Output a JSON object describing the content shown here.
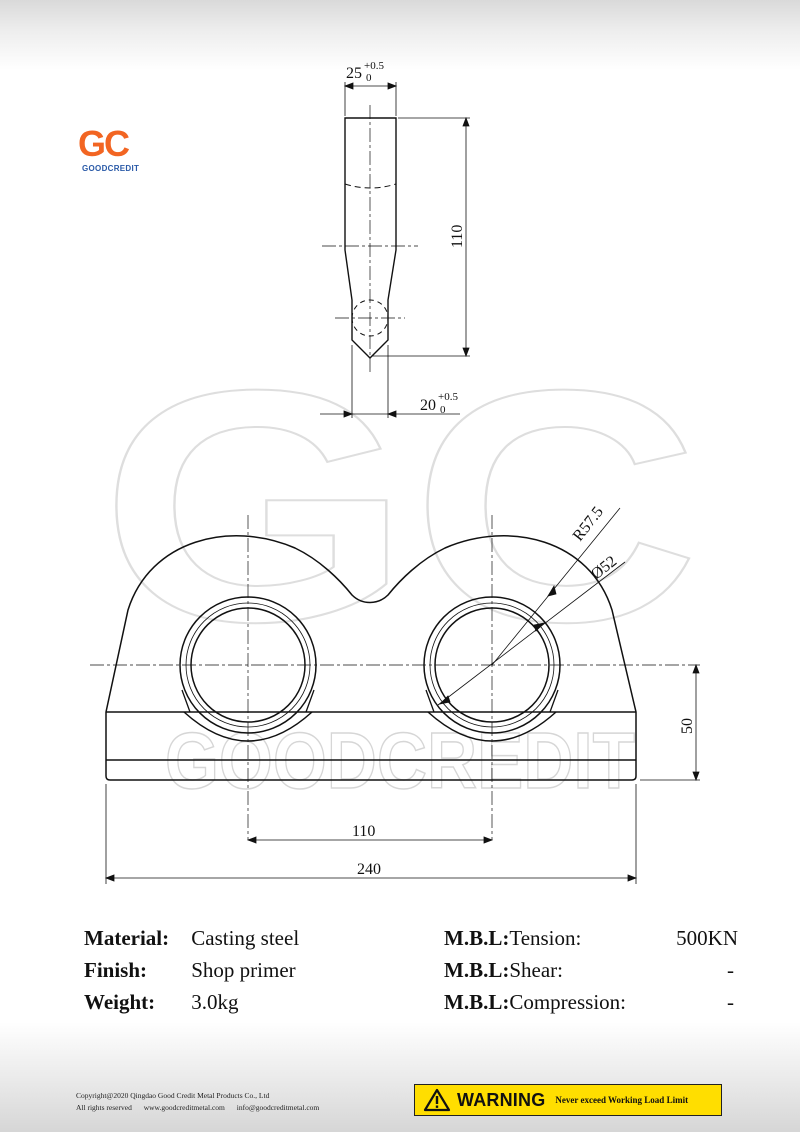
{
  "logo": {
    "mark": "GC",
    "name": "GOODCREDIT",
    "mark_color": "#f26522",
    "name_color": "#2a5aa8"
  },
  "watermark": {
    "mark": "GC",
    "text": "GOODCREDIT"
  },
  "drawing": {
    "dimensions": {
      "top_width": "25",
      "top_width_tol_upper": "+0.5",
      "top_width_tol_lower": "0",
      "height": "110",
      "bottom_width": "20",
      "bottom_width_tol_upper": "+0.5",
      "bottom_width_tol_lower": "0",
      "outer_radius": "R57.5",
      "hole_diameter": "Ø52",
      "base_height": "50",
      "hole_spacing": "110",
      "overall_length": "240"
    }
  },
  "specs": {
    "material_label": "Material:",
    "material_value": "Casting steel",
    "finish_label": "Finish:",
    "finish_value": "Shop primer",
    "weight_label": "Weight:",
    "weight_value": "3.0kg",
    "mbl": [
      {
        "label": "M.B.L:",
        "type": "Tension:",
        "value": "500KN"
      },
      {
        "label": "M.B.L:",
        "type": "Shear:",
        "value": "-"
      },
      {
        "label": "M.B.L:",
        "type": "Compression:",
        "value": "-"
      }
    ]
  },
  "footer": {
    "copyright": "Copyright@2020 Qingdao Good Credit Metal Products Co., Ltd",
    "rights": "All rights reserved",
    "website": "www.goodcreditmetal.com",
    "email": "info@goodcreditmetal.com",
    "warning_title": "WARNING",
    "warning_text": "Never exceed Working Load Limit",
    "warning_color": "#ffde00"
  }
}
